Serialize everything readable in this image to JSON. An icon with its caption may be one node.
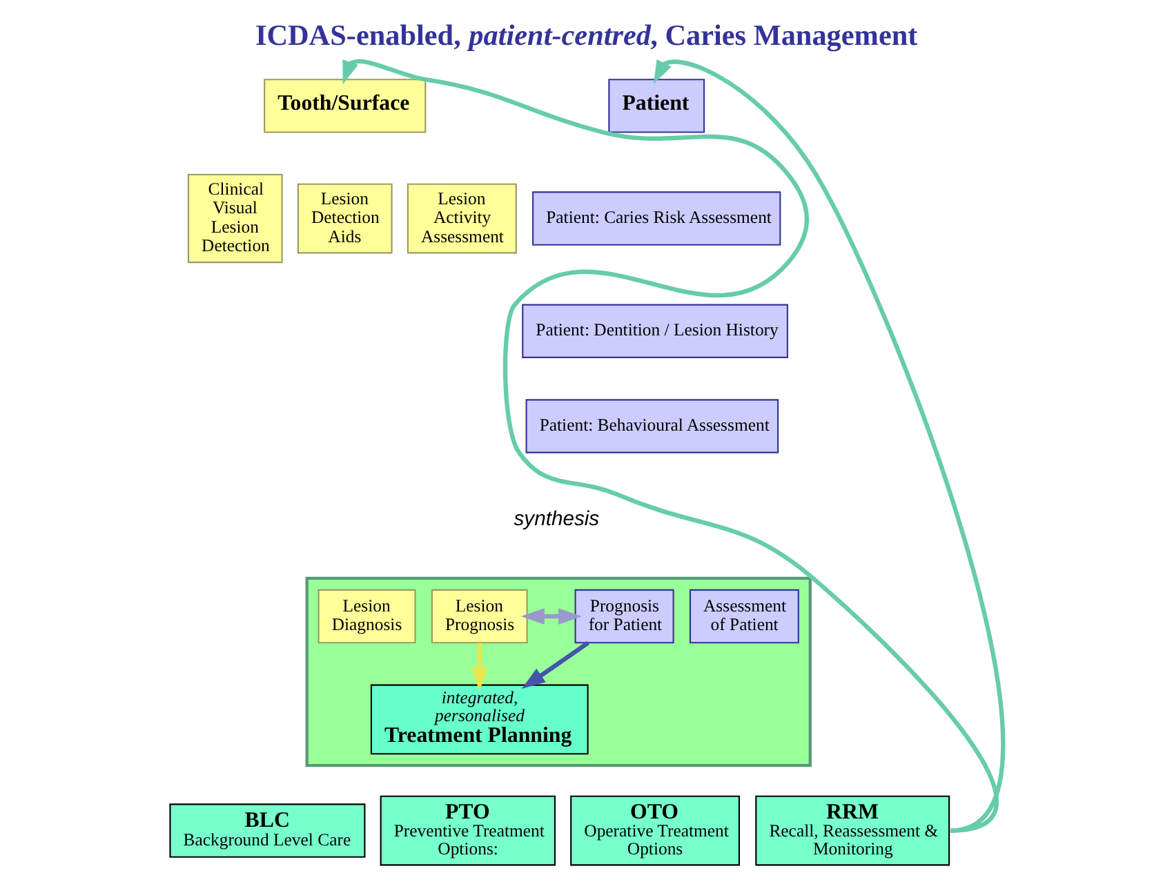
{
  "diagram": {
    "title": "ICDAS-enabled, *patient-centred*, Caries Management",
    "nodes": [
      {
        "text": [
          "Tooth/Surface"
        ]
      },
      {
        "text": [
          "Clinical Visual Lesion Detection"
        ]
      },
      {
        "text": [
          "Lesion Detection Aids"
        ]
      },
      {
        "text": [
          "Lesion Activity Assessment"
        ]
      },
      {
        "text": [
          "Patient"
        ]
      },
      {
        "text": [
          "Patient: Caries Risk Assessment"
        ]
      },
      {
        "text": [
          "Patient: Dentition / Lesion History"
        ]
      },
      {
        "text": [
          "Patient: Behavioural Assessment"
        ]
      },
      {
        "text": [],
        "shape": "box"
      },
      {
        "text": [
          "Lesion Diagnosis"
        ],
        "in": 8
      },
      {
        "text": [
          "Lesion Prognosis"
        ],
        "in": 8
      },
      {
        "text": [
          "Prognosis for Patient"
        ],
        "in": 8
      },
      {
        "text": [
          "Assessment of Patient"
        ],
        "in": 8
      },
      {
        "text": [
          "integrated, personalised",
          "Treatment Planning"
        ],
        "in": 8
      },
      {
        "text": [
          "BLC",
          "Background Level Care"
        ]
      },
      {
        "text": [
          "PTO",
          "Preventive Treatment Options:"
        ]
      },
      {
        "text": [
          "OTO",
          "Operative Treatment Options"
        ]
      },
      {
        "text": [
          "RRM",
          "Recall, Reassessment & Monitoring"
        ]
      }
    ],
    "edges": [
      {
        "from": 17,
        "to": 0,
        "arrow": "to",
        "color": "#66ccaa"
      },
      {
        "from": 17,
        "to": 4,
        "arrow": "to",
        "color": "#66ccaa"
      },
      {
        "from": 10,
        "to": 11,
        "arrow": "both",
        "color": "#9999cc"
      },
      {
        "from": 10,
        "to": 13,
        "arrow": "to",
        "color": "#e6e64d"
      },
      {
        "from": 11,
        "to": 13,
        "arrow": "to",
        "color": "#4455aa"
      }
    ],
    "labels": [
      "synthesis"
    ]
  }
}
